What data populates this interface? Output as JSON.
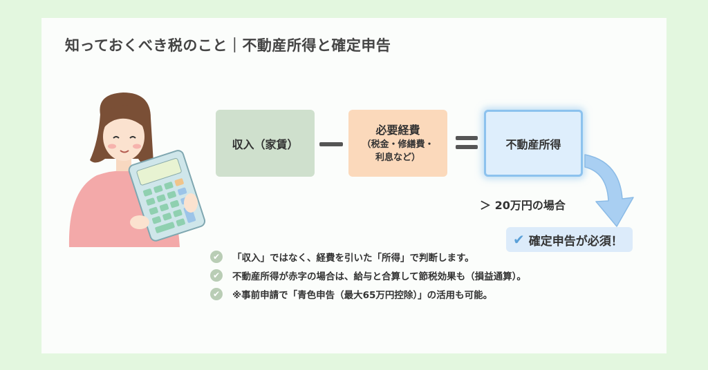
{
  "title": "知っておくべき税のこと｜不動産所得と確定申告",
  "formula": {
    "income": "収入（家賃）",
    "expenses_main": "必要経費",
    "expenses_sub_1": "（税金・修繕費・",
    "expenses_sub_2": "利息など）",
    "result": "不動産所得"
  },
  "condition": "＞ 20万円の場合",
  "badge": "確定申告が必須！",
  "notes": [
    "「収入」ではなく、経費を引いた「所得」で判断します。",
    "不動産所得が赤字の場合は、給与と合算して節税効果も（損益通算）。",
    "※事前申請で「青色申告（最大65万円控除）」の活用も可能。"
  ],
  "colors": {
    "income_box": "#cfe0cd",
    "expense_box": "#fbd9bb",
    "result_box": "#deeefc",
    "result_border": "#8cc2ee",
    "badge_bg": "#dcebfa",
    "arrow": "#a9cff2"
  }
}
